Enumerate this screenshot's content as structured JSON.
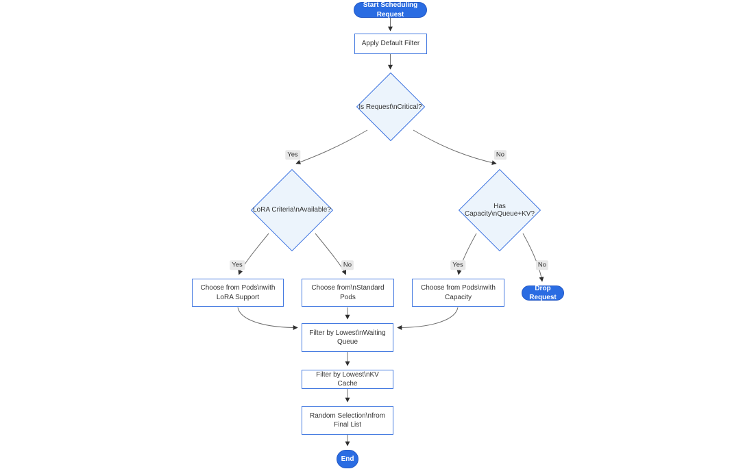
{
  "diagram": {
    "type": "flowchart",
    "direction": "top-down",
    "colors": {
      "background": "#ffffff",
      "accent_fill": "#2a6ce2",
      "accent_text": "#ffffff",
      "process_fill": "#ffffff",
      "process_border": "#4379e0",
      "decision_fill": "#ecf4fc",
      "decision_border": "#3b72e0",
      "edge_line": "#6e6e6e",
      "edge_arrow": "#2f2f2f",
      "text": "#333333",
      "edge_label_background": "#e8e8e8"
    },
    "nodes": [
      {
        "id": "start",
        "shape": "stadium",
        "label": "Start Scheduling Request"
      },
      {
        "id": "apply_filter",
        "shape": "rect",
        "label": "Apply Default Filter"
      },
      {
        "id": "is_critical",
        "shape": "diamond",
        "label": "Is Request\\nCritical?"
      },
      {
        "id": "lora_criteria",
        "shape": "diamond",
        "label": "LoRA Criteria\\nAvailable?"
      },
      {
        "id": "has_capacity",
        "shape": "diamond",
        "label": "Has Capacity\\nQueue+KV?"
      },
      {
        "id": "choose_lora",
        "shape": "rect",
        "label": "Choose from Pods\\nwith LoRA Support"
      },
      {
        "id": "choose_standard",
        "shape": "rect",
        "label": "Choose from\\nStandard Pods"
      },
      {
        "id": "choose_capacity",
        "shape": "rect",
        "label": "Choose from Pods\\nwith Capacity"
      },
      {
        "id": "drop_request",
        "shape": "stadium",
        "label": "Drop Request"
      },
      {
        "id": "filter_waiting",
        "shape": "rect",
        "label": "Filter by Lowest\\nWaiting Queue"
      },
      {
        "id": "filter_kv",
        "shape": "rect",
        "label": "Filter by Lowest\\nKV Cache"
      },
      {
        "id": "random_selection",
        "shape": "rect",
        "label": "Random Selection\\nfrom Final List"
      },
      {
        "id": "end",
        "shape": "stadium",
        "label": "End"
      }
    ],
    "edges": [
      {
        "from": "start",
        "to": "apply_filter",
        "label": ""
      },
      {
        "from": "apply_filter",
        "to": "is_critical",
        "label": ""
      },
      {
        "from": "is_critical",
        "to": "lora_criteria",
        "label": "Yes"
      },
      {
        "from": "is_critical",
        "to": "has_capacity",
        "label": "No"
      },
      {
        "from": "lora_criteria",
        "to": "choose_lora",
        "label": "Yes"
      },
      {
        "from": "lora_criteria",
        "to": "choose_standard",
        "label": "No"
      },
      {
        "from": "has_capacity",
        "to": "choose_capacity",
        "label": "Yes"
      },
      {
        "from": "has_capacity",
        "to": "drop_request",
        "label": "No"
      },
      {
        "from": "choose_lora",
        "to": "filter_waiting",
        "label": ""
      },
      {
        "from": "choose_standard",
        "to": "filter_waiting",
        "label": ""
      },
      {
        "from": "choose_capacity",
        "to": "filter_waiting",
        "label": ""
      },
      {
        "from": "filter_waiting",
        "to": "filter_kv",
        "label": ""
      },
      {
        "from": "filter_kv",
        "to": "random_selection",
        "label": ""
      },
      {
        "from": "random_selection",
        "to": "end",
        "label": ""
      }
    ]
  }
}
